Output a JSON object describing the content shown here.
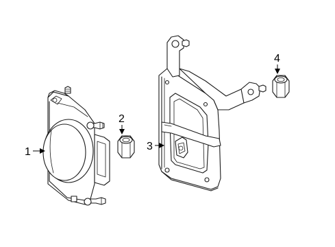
{
  "callouts": [
    {
      "id": "1",
      "label": "1",
      "part": "radar-sensor"
    },
    {
      "id": "2",
      "label": "2",
      "part": "nut-left"
    },
    {
      "id": "3",
      "label": "3",
      "part": "mounting-bracket"
    },
    {
      "id": "4",
      "label": "4",
      "part": "nut-right"
    }
  ],
  "colors": {
    "line": "#1a1a1a",
    "background": "#ffffff"
  }
}
